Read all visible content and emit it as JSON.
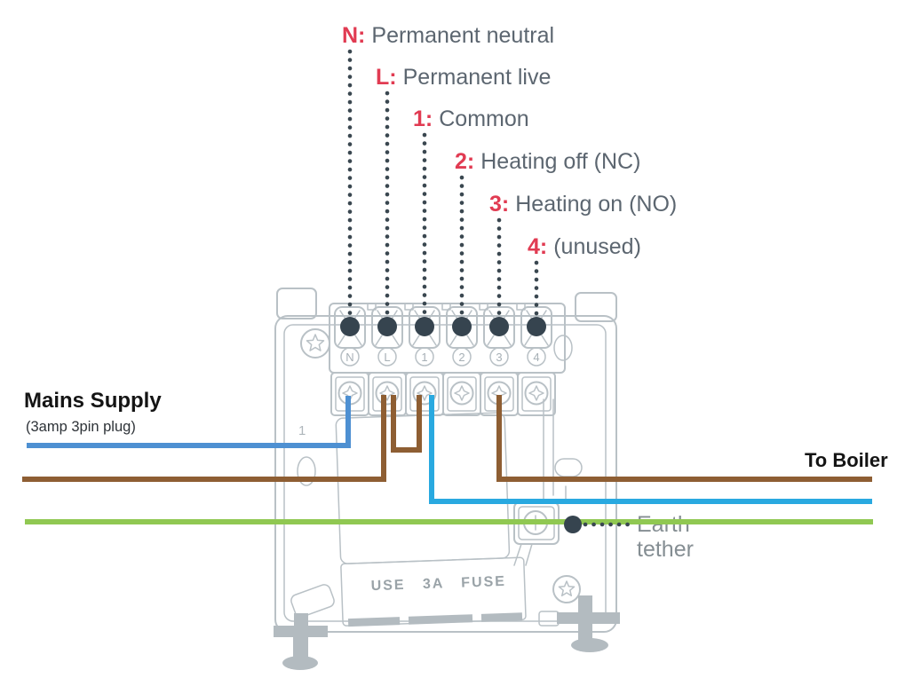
{
  "legend": {
    "items": [
      {
        "prefix": "N:",
        "label": "Permanent neutral"
      },
      {
        "prefix": "L:",
        "label": "Permanent live"
      },
      {
        "prefix": "1:",
        "label": "Common"
      },
      {
        "prefix": "2:",
        "label": "Heating off (NC)"
      },
      {
        "prefix": "3:",
        "label": "Heating on (NO)"
      },
      {
        "prefix": "4:",
        "label": "(unused)"
      }
    ]
  },
  "backplate": {
    "terminals": [
      "N",
      "L",
      "1",
      "2",
      "3",
      "4"
    ],
    "fuse_note": "USE 3A FUSE",
    "molded_mark": "1"
  },
  "callouts": {
    "mains_title": "Mains Supply",
    "mains_subtitle": "(3amp 3pin plug)",
    "to_boiler": "To Boiler",
    "earth_line1": "Earth",
    "earth_line2": "tether"
  },
  "wires": {
    "mains_neutral": {
      "color": "#4E90D2"
    },
    "mains_live": {
      "color": "#8E5E33"
    },
    "live_to_common_link": {
      "color": "#8E5E33"
    },
    "heating_on_to_boiler": {
      "color": "#8E5E33"
    },
    "common_to_boiler": {
      "color": "#29A9E0"
    },
    "earth": {
      "color": "#90C852"
    }
  },
  "colors": {
    "legend_prefix_red": "#E13B52",
    "legend_text_gray": "#5C6670",
    "plate_outline_gray": "#B9C1C6",
    "terminal_contact_dark": "#36444F",
    "callout_black": "#141414",
    "earth_label_gray": "#858E93",
    "fuse_note_gray": "#9AA3A8"
  }
}
